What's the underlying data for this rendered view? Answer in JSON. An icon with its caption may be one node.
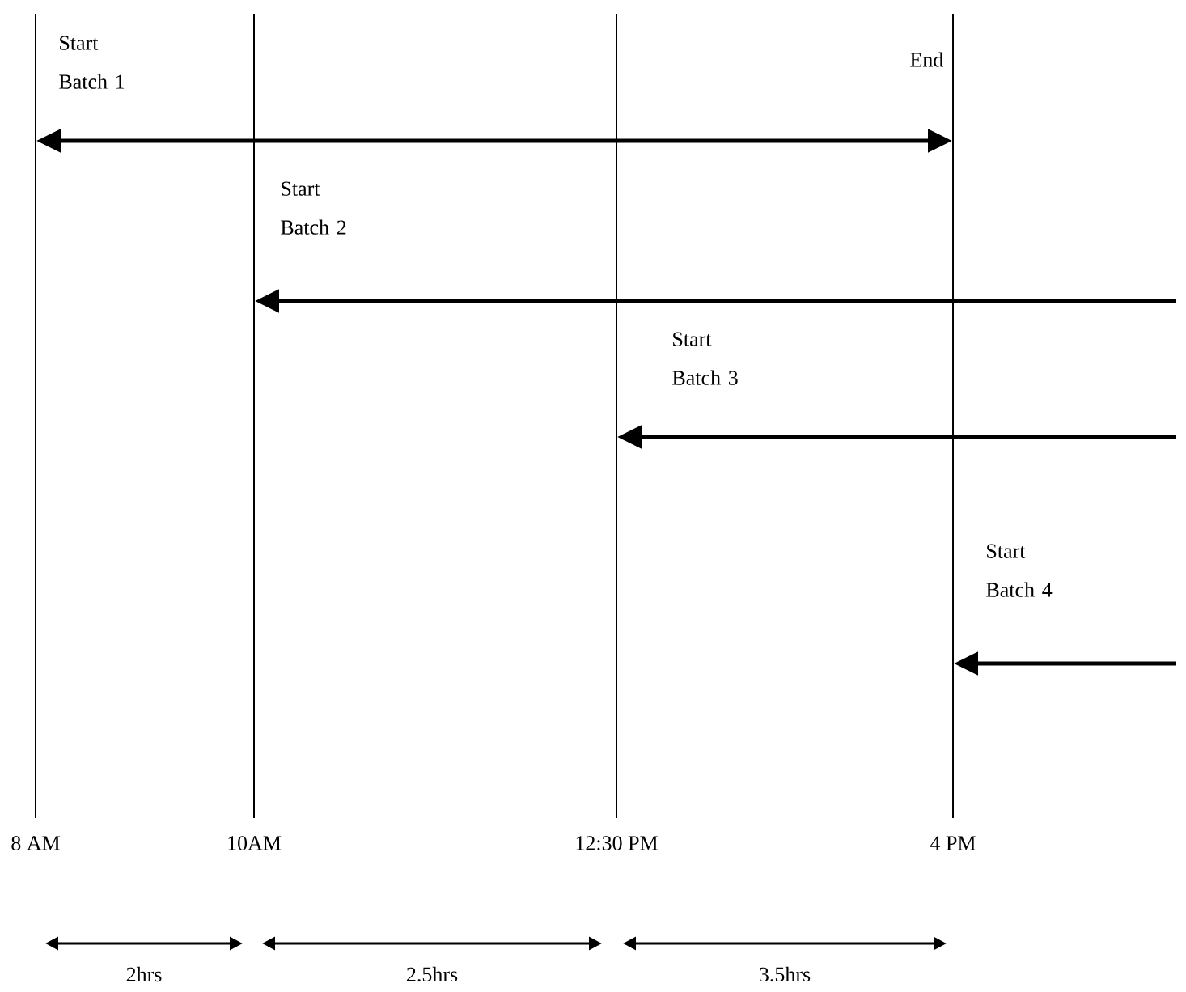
{
  "diagram": {
    "nodes": [
      {
        "text": [],
        "shape": "bar",
        "beside": [
          "8 AM"
        ]
      },
      {
        "text": [],
        "shape": "bar",
        "beside": [
          "10AM"
        ]
      },
      {
        "text": [],
        "shape": "bar",
        "beside": [
          "12:30 PM"
        ]
      },
      {
        "text": [],
        "shape": "bar",
        "beside": [
          "4 PM"
        ]
      }
    ],
    "edges": [
      {
        "from": 0,
        "to": 3,
        "arrow": "both",
        "label": "Start Batch 1"
      },
      {
        "from": null,
        "to": 1,
        "arrow": "to",
        "label": "Start Batch 2"
      },
      {
        "from": null,
        "to": 2,
        "arrow": "to",
        "label": "Start Batch 3"
      },
      {
        "from": null,
        "to": 3,
        "arrow": "to",
        "label": "Start Batch 4"
      }
    ],
    "labels": [
      "End",
      "2hrs",
      "2.5hrs",
      "3.5hrs"
    ]
  }
}
